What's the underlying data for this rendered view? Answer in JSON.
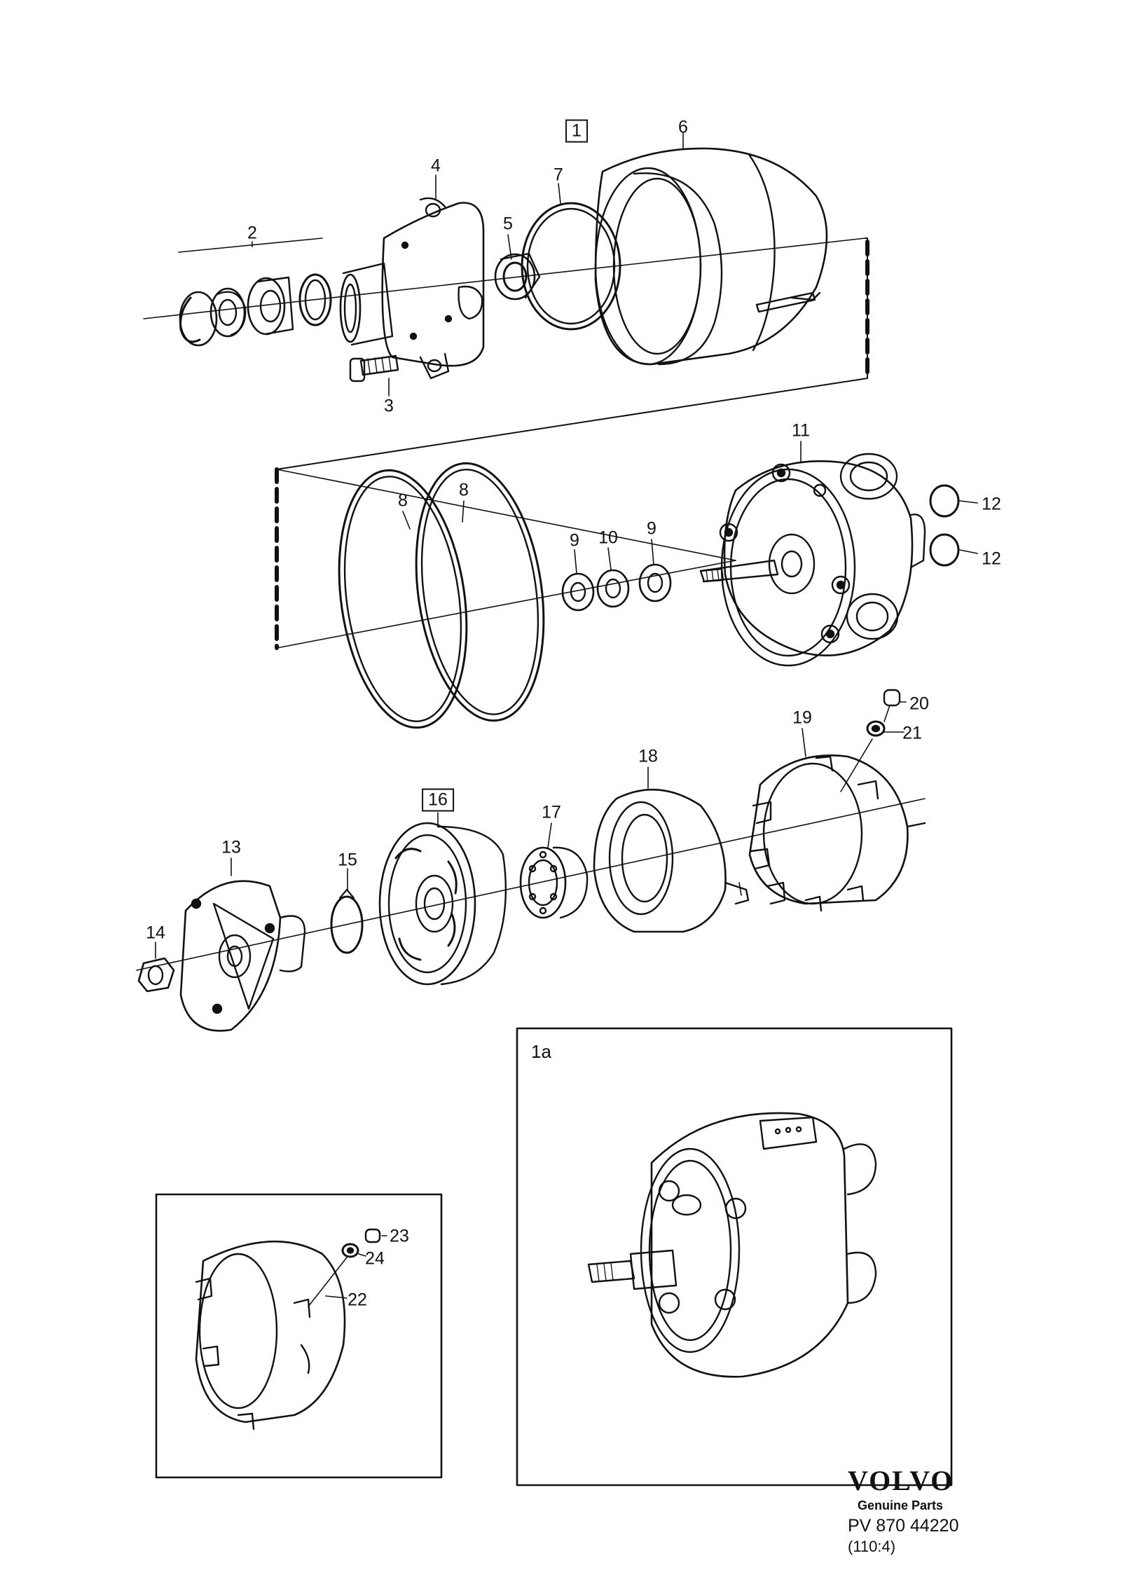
{
  "labels": [
    {
      "id": "1",
      "text": "1",
      "boxed": true
    },
    {
      "id": "2",
      "text": "2"
    },
    {
      "id": "3",
      "text": "3"
    },
    {
      "id": "4",
      "text": "4"
    },
    {
      "id": "5",
      "text": "5"
    },
    {
      "id": "6",
      "text": "6"
    },
    {
      "id": "7",
      "text": "7"
    },
    {
      "id": "8a",
      "text": "8"
    },
    {
      "id": "8b",
      "text": "8"
    },
    {
      "id": "9a",
      "text": "9"
    },
    {
      "id": "10",
      "text": "10"
    },
    {
      "id": "9b",
      "text": "9"
    },
    {
      "id": "11",
      "text": "11"
    },
    {
      "id": "12a",
      "text": "12"
    },
    {
      "id": "12b",
      "text": "12"
    },
    {
      "id": "13",
      "text": "13"
    },
    {
      "id": "14",
      "text": "14"
    },
    {
      "id": "15",
      "text": "15"
    },
    {
      "id": "16",
      "text": "16",
      "boxed": true
    },
    {
      "id": "17",
      "text": "17"
    },
    {
      "id": "18",
      "text": "18"
    },
    {
      "id": "19",
      "text": "19"
    },
    {
      "id": "20",
      "text": "20"
    },
    {
      "id": "21",
      "text": "21"
    },
    {
      "id": "22",
      "text": "22"
    },
    {
      "id": "23",
      "text": "23"
    },
    {
      "id": "24",
      "text": "24"
    }
  ],
  "inset": {
    "label": "1a"
  },
  "brand": {
    "logo": "VOLVO",
    "tagline": "Genuine Parts",
    "ref": "PV 870 44220",
    "code": "(110:4)"
  }
}
